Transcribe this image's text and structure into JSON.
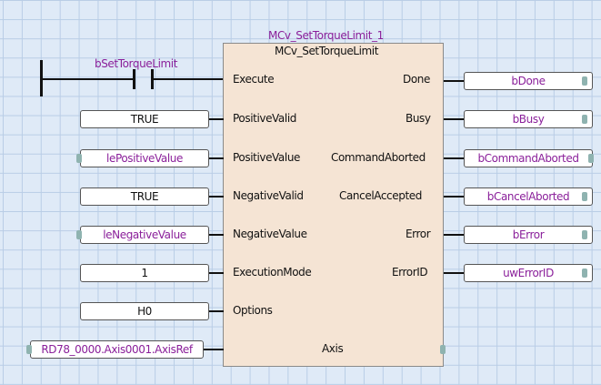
{
  "block": {
    "instance_name": "MCv_SetTorqueLimit_1",
    "type_name": "MCv_SetTorqueLimit"
  },
  "contact": {
    "label": "bSetTorqueLimit"
  },
  "inputs": [
    {
      "pin": "Execute",
      "value": ""
    },
    {
      "pin": "PositiveValid",
      "value": "TRUE"
    },
    {
      "pin": "PositiveValue",
      "value": "lePositiveValue"
    },
    {
      "pin": "NegativeValid",
      "value": "TRUE"
    },
    {
      "pin": "NegativeValue",
      "value": "leNegativeValue"
    },
    {
      "pin": "ExecutionMode",
      "value": "1"
    },
    {
      "pin": "Options",
      "value": "H0"
    },
    {
      "pin": "",
      "value": "RD78_0000.Axis0001.AxisRef"
    }
  ],
  "outputs": [
    {
      "pin": "Done",
      "value": "bDone"
    },
    {
      "pin": "Busy",
      "value": "bBusy"
    },
    {
      "pin": "CommandAborted",
      "value": "bCommandAborted"
    },
    {
      "pin": "CancelAccepted",
      "value": "bCancelAborted"
    },
    {
      "pin": "Error",
      "value": "bError"
    },
    {
      "pin": "ErrorID",
      "value": "uwErrorID"
    }
  ],
  "axis_pin": "Axis",
  "colors": {
    "background": "#dfeaf7",
    "grid": "#b9cde6",
    "block_fill": "#f5e4d4",
    "variable_text": "#8a1f9a",
    "connector_tab": "#8fb3b0"
  }
}
